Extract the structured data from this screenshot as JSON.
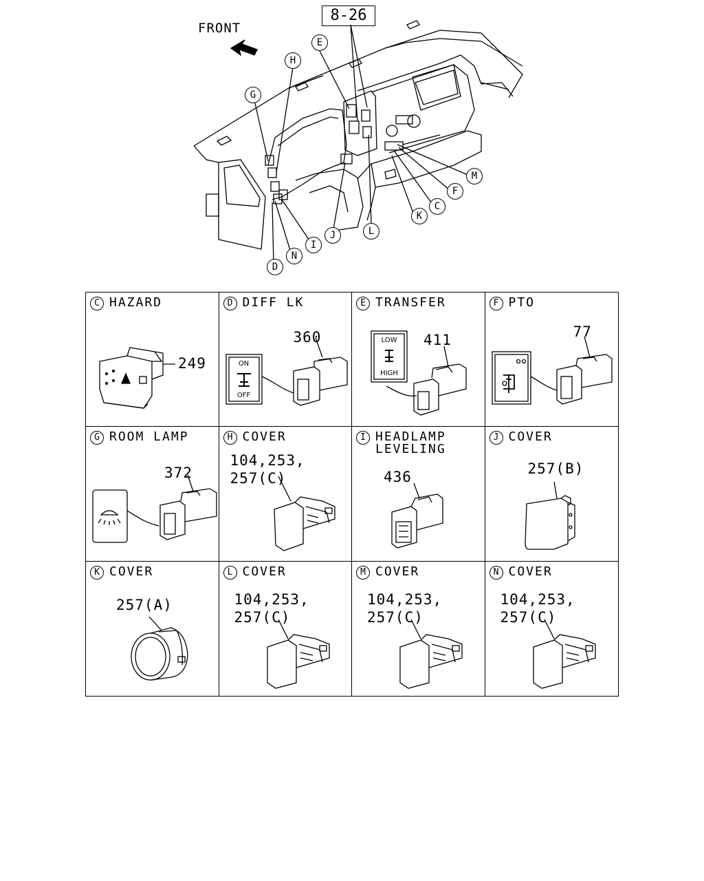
{
  "header": {
    "ref": "8-26",
    "front": "FRONT"
  },
  "callouts": {
    "E": "E",
    "H": "H",
    "G": "G",
    "M": "M",
    "F": "F",
    "C": "C",
    "K": "K",
    "L": "L",
    "J": "J",
    "I": "I",
    "N": "N",
    "D": "D"
  },
  "cells": [
    {
      "letter": "C",
      "title": "HAZARD",
      "parts": "249"
    },
    {
      "letter": "D",
      "title": "DIFF LK",
      "parts": "360",
      "sym_top": "ON",
      "sym_bottom": "OFF"
    },
    {
      "letter": "E",
      "title": "TRANSFER",
      "parts": "411",
      "sym_top": "LOW",
      "sym_bottom": "HIGH"
    },
    {
      "letter": "F",
      "title": "PTO",
      "parts": "77"
    },
    {
      "letter": "G",
      "title": "ROOM LAMP",
      "parts": "372"
    },
    {
      "letter": "H",
      "title": "COVER",
      "parts": "104,253,\n257(C)"
    },
    {
      "letter": "I",
      "title": "HEADLAMP\nLEVELING",
      "parts": "436"
    },
    {
      "letter": "J",
      "title": "COVER",
      "parts": "257(B)"
    },
    {
      "letter": "K",
      "title": "COVER",
      "parts": "257(A)"
    },
    {
      "letter": "L",
      "title": "COVER",
      "parts": "104,253,\n257(C)"
    },
    {
      "letter": "M",
      "title": "COVER",
      "parts": "104,253,\n257(C)"
    },
    {
      "letter": "N",
      "title": "COVER",
      "parts": "104,253,\n257(C)"
    }
  ]
}
